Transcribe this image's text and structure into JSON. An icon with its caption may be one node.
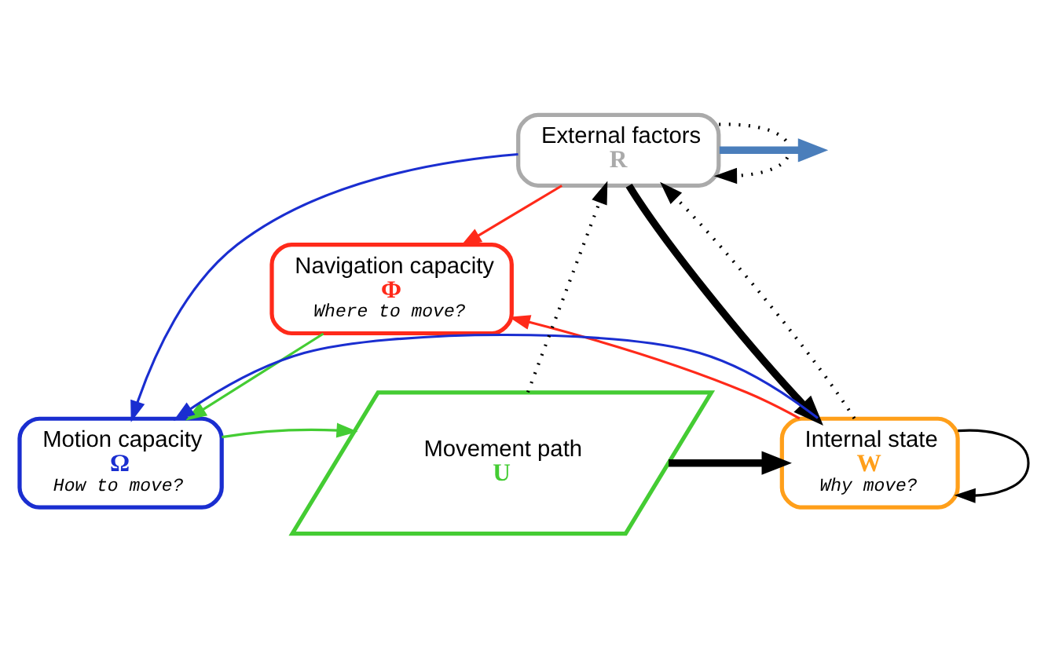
{
  "diagram": {
    "nodes": [
      {
        "text": [
          "External factors",
          "R"
        ]
      },
      {
        "text": [
          "Navigation capacity",
          "Φ",
          "Where to move?"
        ]
      },
      {
        "text": [
          "Internal state",
          "W",
          "Why move?"
        ]
      },
      {
        "text": [
          "Motion capacity",
          "Ω",
          "How to move?"
        ]
      },
      {
        "text": [
          "Movement path",
          "U"
        ]
      }
    ],
    "edges": [
      {
        "from": 0,
        "to": 1,
        "arrow": "to",
        "color": "#ff2a1a"
      },
      {
        "from": 0,
        "to": 3,
        "arrow": "to",
        "color": "#1a2ed0"
      },
      {
        "from": 0,
        "to": 2,
        "arrow": "to",
        "style": "thick"
      },
      {
        "from": 2,
        "to": 0,
        "arrow": "to",
        "style": "dashed"
      },
      {
        "from": 0,
        "to": 0,
        "arrow": "to",
        "style": "dashed"
      },
      {
        "from": 2,
        "to": 2,
        "arrow": "to"
      },
      {
        "from": 2,
        "to": 1,
        "arrow": "to",
        "color": "#ff2a1a"
      },
      {
        "from": 2,
        "to": 3,
        "arrow": "to",
        "color": "#1a2ed0"
      },
      {
        "from": 1,
        "to": 3,
        "arrow": "to",
        "color": "#44cc33"
      },
      {
        "from": 3,
        "to": 4,
        "arrow": "to",
        "color": "#44cc33"
      },
      {
        "from": 4,
        "to": 0,
        "arrow": "to",
        "style": "dashed"
      },
      {
        "from": 4,
        "to": 2,
        "arrow": "to",
        "style": "thick"
      },
      {
        "from": 0,
        "to": null,
        "arrow": "to",
        "style": "thick",
        "color": "#4a7ebb"
      }
    ]
  }
}
